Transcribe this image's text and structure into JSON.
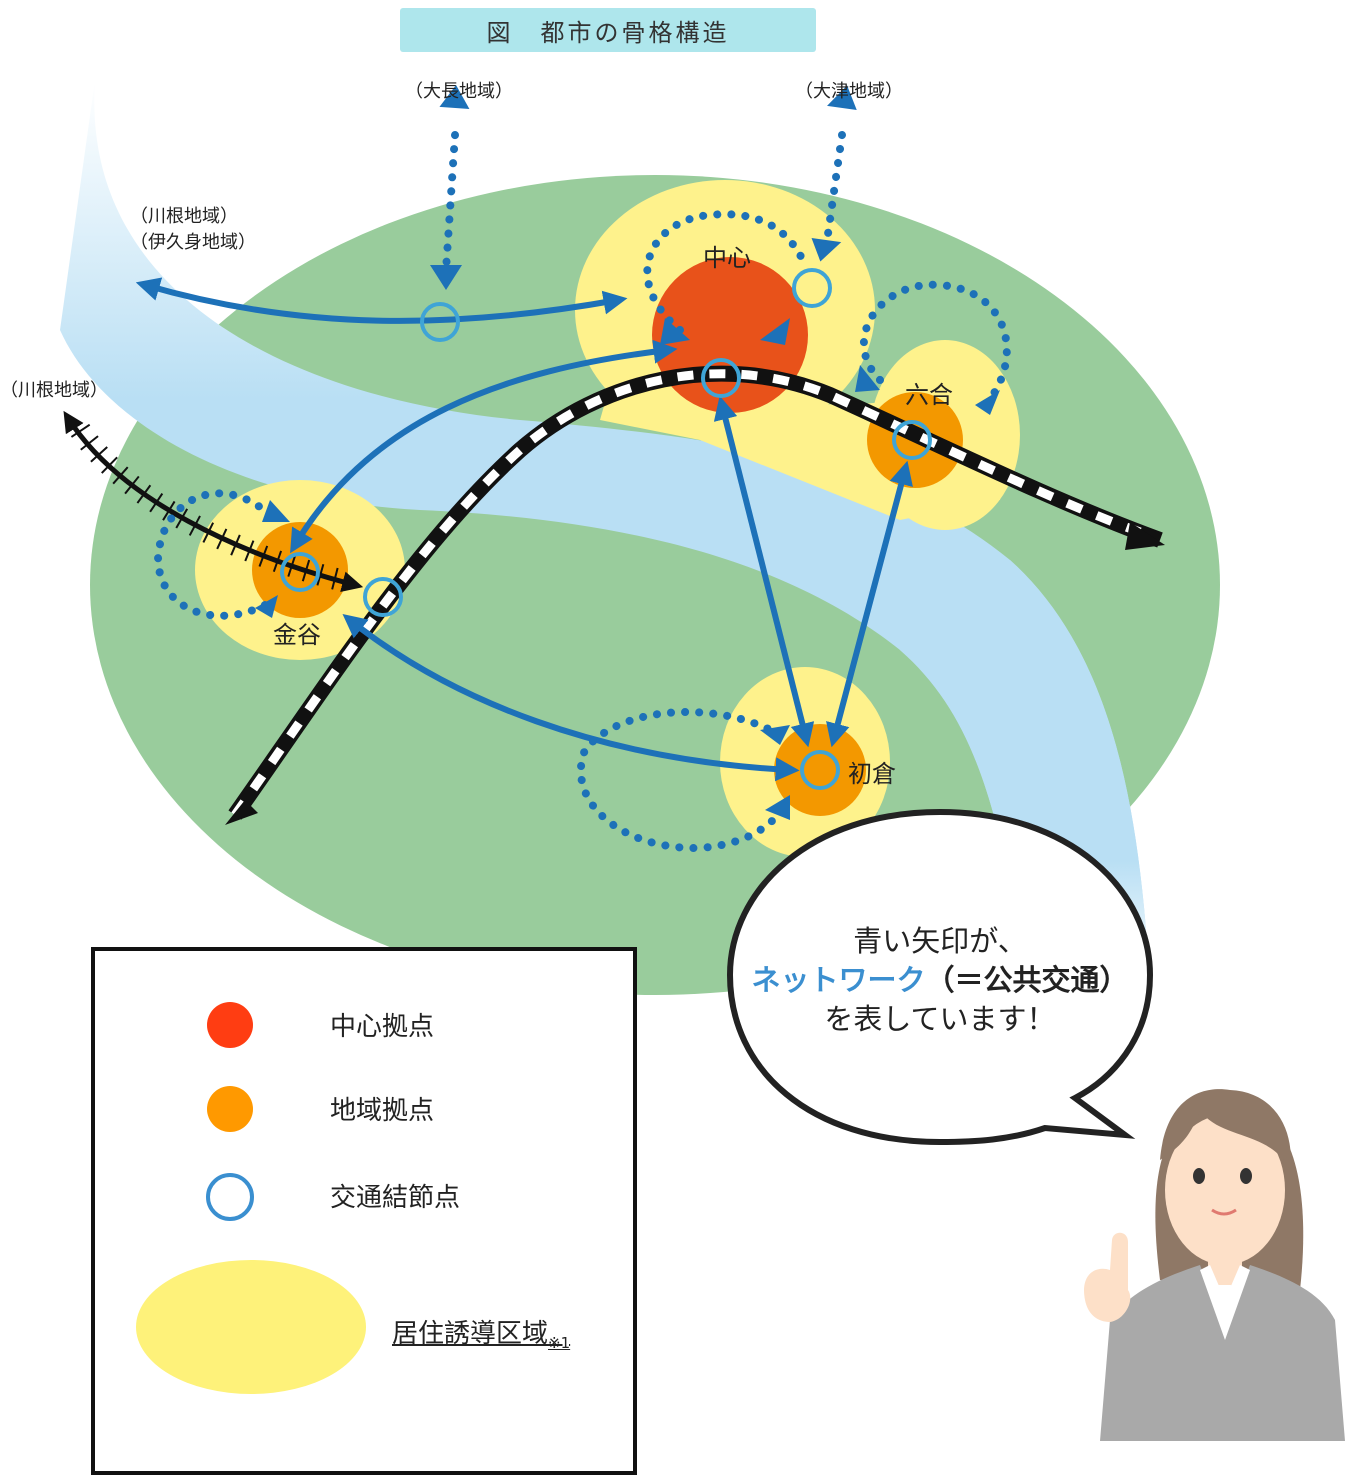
{
  "title": "図　都市の骨格構造",
  "external_labels": {
    "onaga": "（大長地域）",
    "otsu": "（大津地域）",
    "kawane_ikumi_1": "（川根地域）",
    "kawane_ikumi_2": "（伊久身地域）",
    "kawane": "（川根地域）"
  },
  "nodes": {
    "center": "中心",
    "rokugo": "六合",
    "kanaya": "金谷",
    "hatsukura": "初倉"
  },
  "legend": {
    "items": [
      {
        "label": "中心拠点",
        "color": "#ff3d12"
      },
      {
        "label": "地域拠点",
        "color": "#ff9900"
      },
      {
        "label": "交通結節点",
        "color": "#3a8fd0"
      },
      {
        "label": "居住誘導区域",
        "note": "※1",
        "color": "#fef27a"
      }
    ]
  },
  "speech": {
    "line1": "青い矢印が、",
    "network": "ネットワーク",
    "public_transport": "（＝公共交通）",
    "line3": "を表しています！"
  },
  "colors": {
    "green": "#99cc9c",
    "river": "#b9dff4",
    "yellow": "#fef28c",
    "center": "#e8521a",
    "regional": "#f39800",
    "arrow_blue": "#1d71b8",
    "node_ring": "#3fa4d6"
  }
}
